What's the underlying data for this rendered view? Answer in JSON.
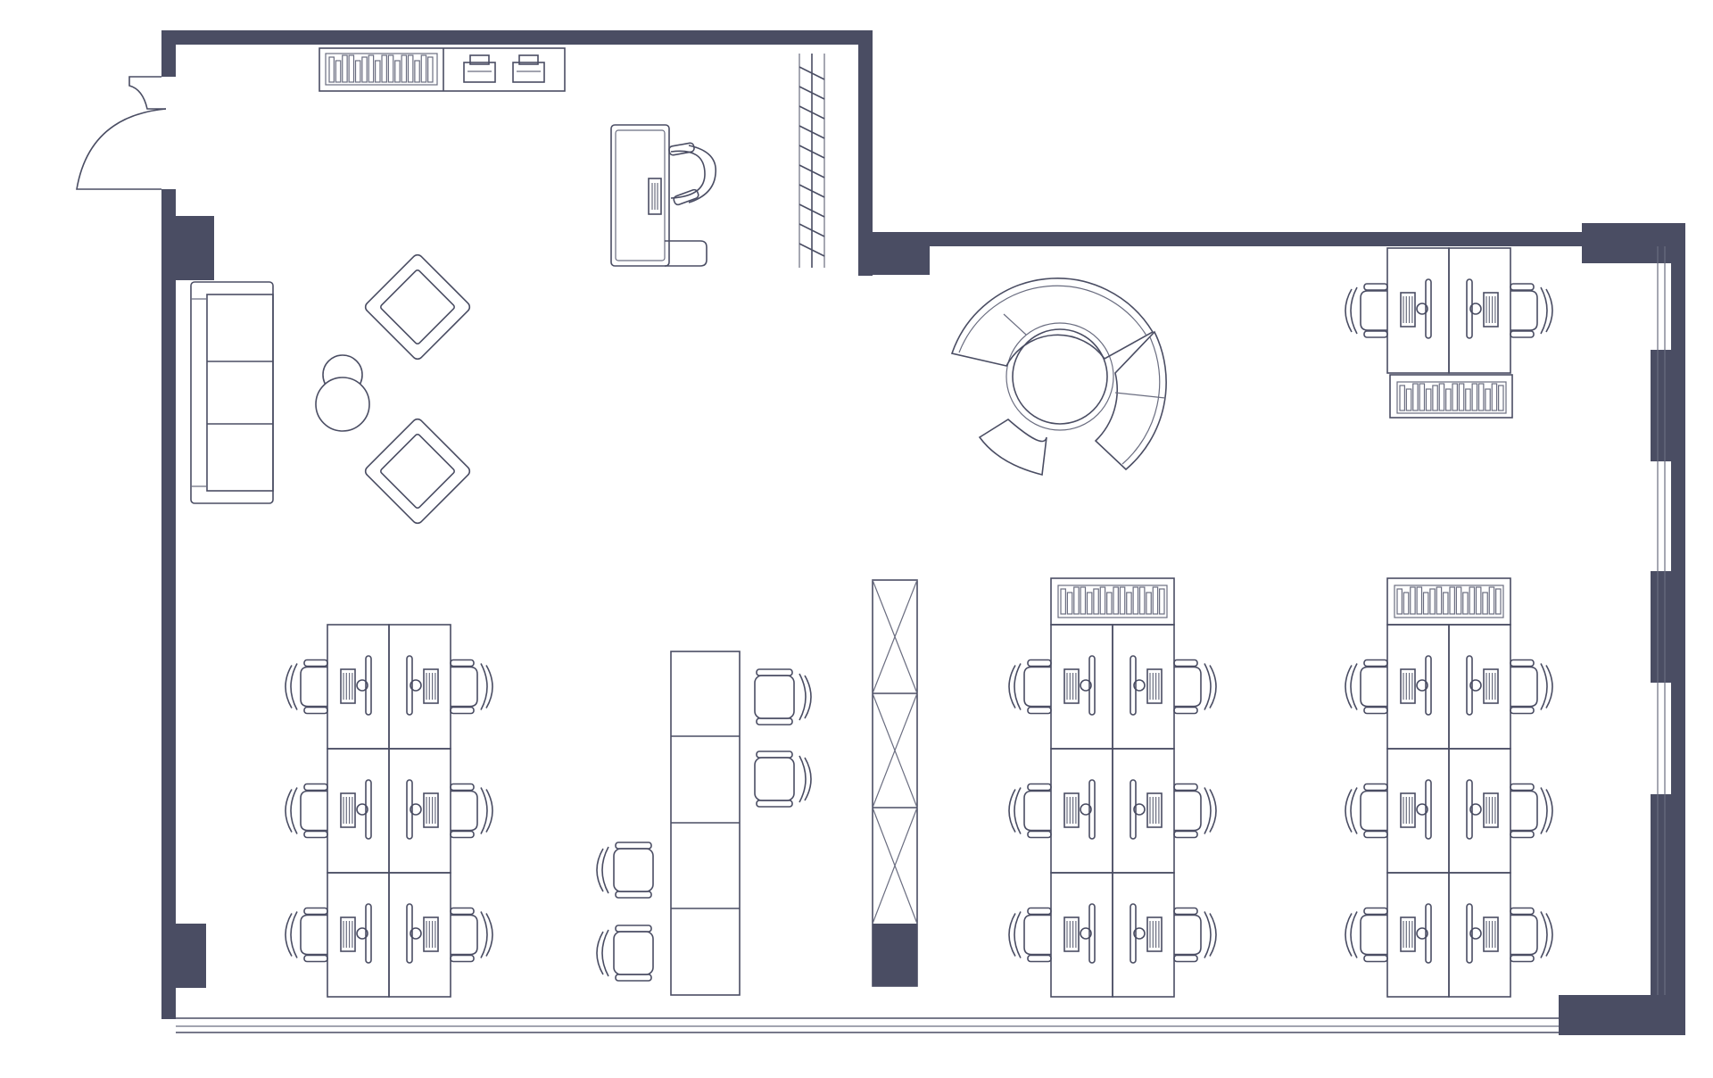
{
  "plan": {
    "wall_color": "#4a4d63",
    "line_color": "#4a4d63",
    "background": "#ffffff",
    "labels": []
  },
  "furniture": {
    "desk_clusters": 5,
    "armchairs": 2,
    "sofa_seats": 3,
    "round_tables": 2,
    "printers": 2
  }
}
